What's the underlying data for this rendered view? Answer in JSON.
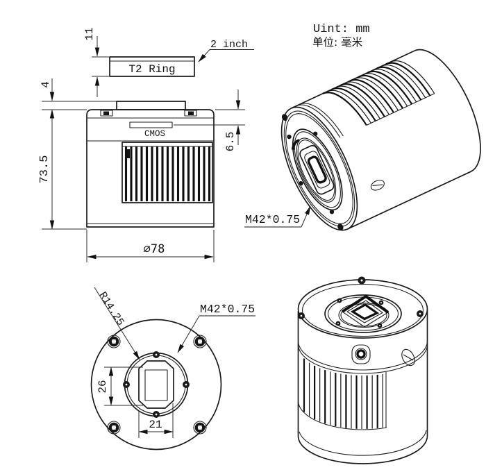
{
  "note": {
    "unit_en": "Uint: mm",
    "unit_zh": "单位: 毫米"
  },
  "side": {
    "t2_ring": "T2 Ring",
    "two_inch": "2 inch",
    "cmos": "CMOS",
    "d11": "11",
    "d4": "4",
    "d73_5": "73.5",
    "d6_5": "6.5",
    "d78": "⌀78"
  },
  "front": {
    "r_label": "R14.25",
    "mount": "M42*0.75",
    "d26": "26",
    "d21": "21"
  },
  "iso": {
    "mount": "M42*0.75"
  },
  "colors": {
    "ink": "#1a1a1a",
    "bg": "#ffffff"
  }
}
